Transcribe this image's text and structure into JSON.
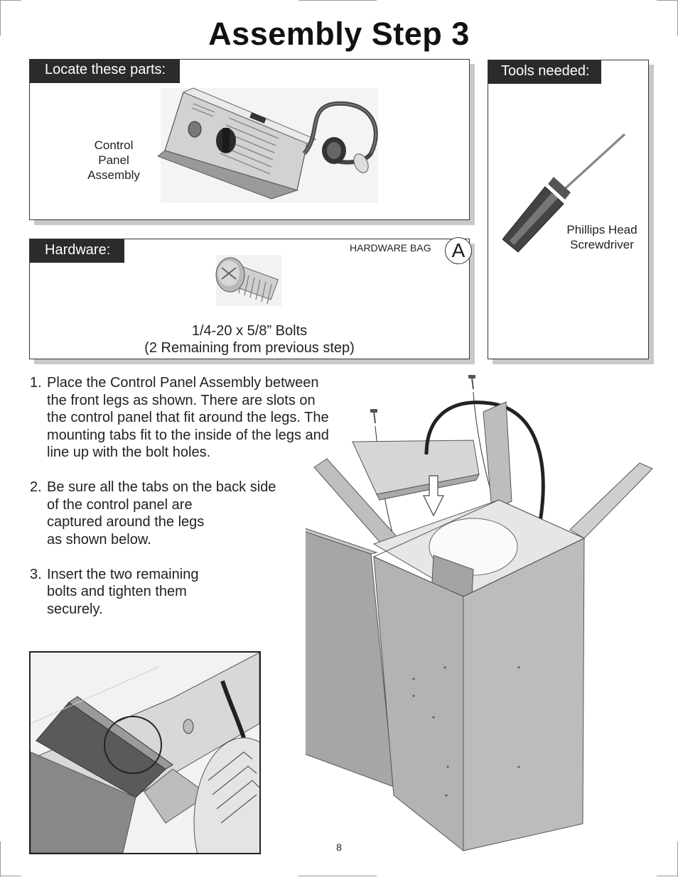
{
  "title": "Assembly Step 3",
  "parts_panel": {
    "tab": "Locate these parts:",
    "part_label": "Control\nPanel\nAssembly"
  },
  "hardware_panel": {
    "tab": "Hardware:",
    "bag_label": "HARDWARE BAG",
    "bag_letter": "A",
    "bolt_desc": "1/4-20 x 5/8” Bolts",
    "bolt_note": "(2 Remaining from previous step)"
  },
  "tools_panel": {
    "tab": "Tools needed:",
    "tool_label": "Phillips Head\nScrewdriver"
  },
  "steps": [
    {
      "num": "1.",
      "text": "Place the Control Panel Assembly between\nthe front legs as shown. There are slots on\nthe control panel that fit around the legs. The\nmounting tabs fit to the inside of the legs and\nline up with the bolt holes."
    },
    {
      "num": "2.",
      "text": "Be sure all the tabs on the back side\nof the control panel are\ncaptured around the legs\nas shown below."
    },
    {
      "num": "3.",
      "text": "Insert the two remaining\nbolts and tighten them\nsecurely."
    }
  ],
  "page_number": "8",
  "icons": {
    "control_panel": "control-panel-illustration",
    "bolt": "bolt-icon",
    "screwdriver": "screwdriver-icon",
    "cart": "cart-assembly-illustration",
    "detail": "tab-detail-illustration"
  }
}
